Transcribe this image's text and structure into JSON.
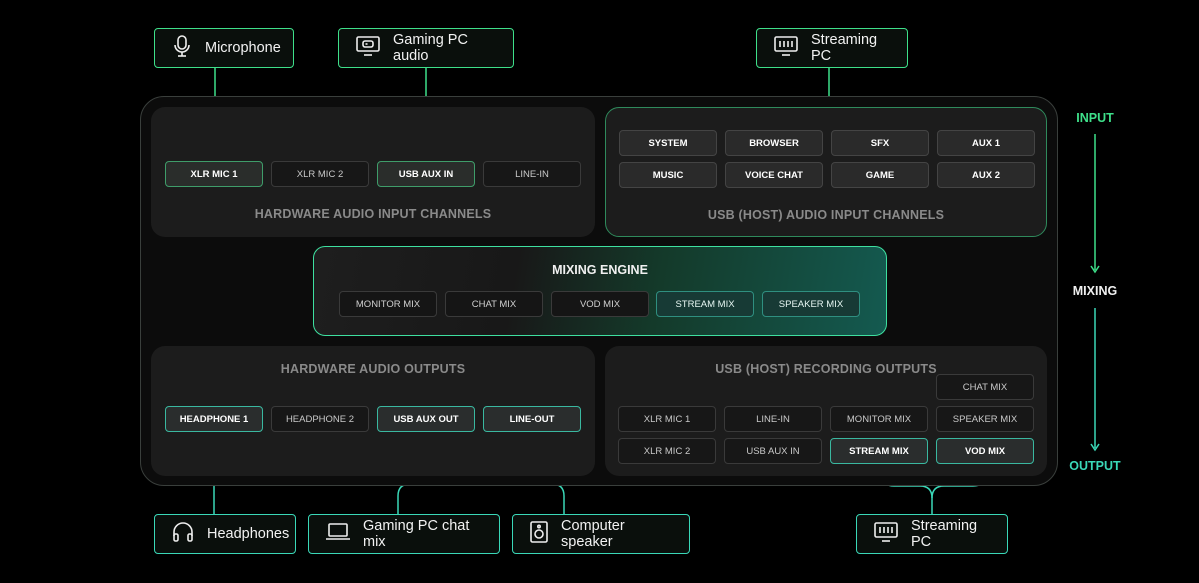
{
  "inputs": {
    "microphone": "Microphone",
    "gaming_pc_audio": "Gaming PC audio",
    "streaming_pc": "Streaming PC"
  },
  "outputs": {
    "headphones": "Headphones",
    "gaming_pc_chat_mix": "Gaming PC chat mix",
    "computer_speaker": "Computer speaker",
    "streaming_pc": "Streaming PC"
  },
  "hardware_inputs": {
    "title": "HARDWARE AUDIO INPUT CHANNELS",
    "channels": [
      "XLR MIC 1",
      "XLR MIC 2",
      "USB AUX IN",
      "LINE-IN"
    ]
  },
  "usb_inputs": {
    "title": "USB (HOST) AUDIO INPUT CHANNELS",
    "channels": [
      "SYSTEM",
      "BROWSER",
      "SFX",
      "AUX 1",
      "MUSIC",
      "VOICE CHAT",
      "GAME",
      "AUX 2"
    ]
  },
  "mixing_engine": {
    "title": "MIXING ENGINE",
    "mixes": [
      "MONITOR MIX",
      "CHAT MIX",
      "VOD MIX",
      "STREAM MIX",
      "SPEAKER MIX"
    ]
  },
  "hardware_outputs": {
    "title": "HARDWARE AUDIO OUTPUTS",
    "channels": [
      "HEADPHONE 1",
      "HEADPHONE 2",
      "USB AUX OUT",
      "LINE-OUT"
    ]
  },
  "usb_outputs": {
    "title": "USB (HOST) RECORDING OUTPUTS",
    "channels": [
      "CHAT MIX",
      "XLR MIC 1",
      "LINE-IN",
      "MONITOR MIX",
      "SPEAKER MIX",
      "XLR MIC 2",
      "USB AUX IN",
      "STREAM MIX",
      "VOD MIX"
    ]
  },
  "legend": {
    "input": "INPUT",
    "mixing": "MIXING",
    "output": "OUTPUT"
  },
  "colors": {
    "input_green": "#3ee08a",
    "output_teal": "#3ad8b8",
    "background": "#000000",
    "panel": "#1c1c1c"
  },
  "icons": [
    "microphone-icon",
    "gamepad-monitor-icon",
    "keyboard-monitor-icon",
    "headphones-icon",
    "laptop-icon",
    "speaker-icon"
  ]
}
